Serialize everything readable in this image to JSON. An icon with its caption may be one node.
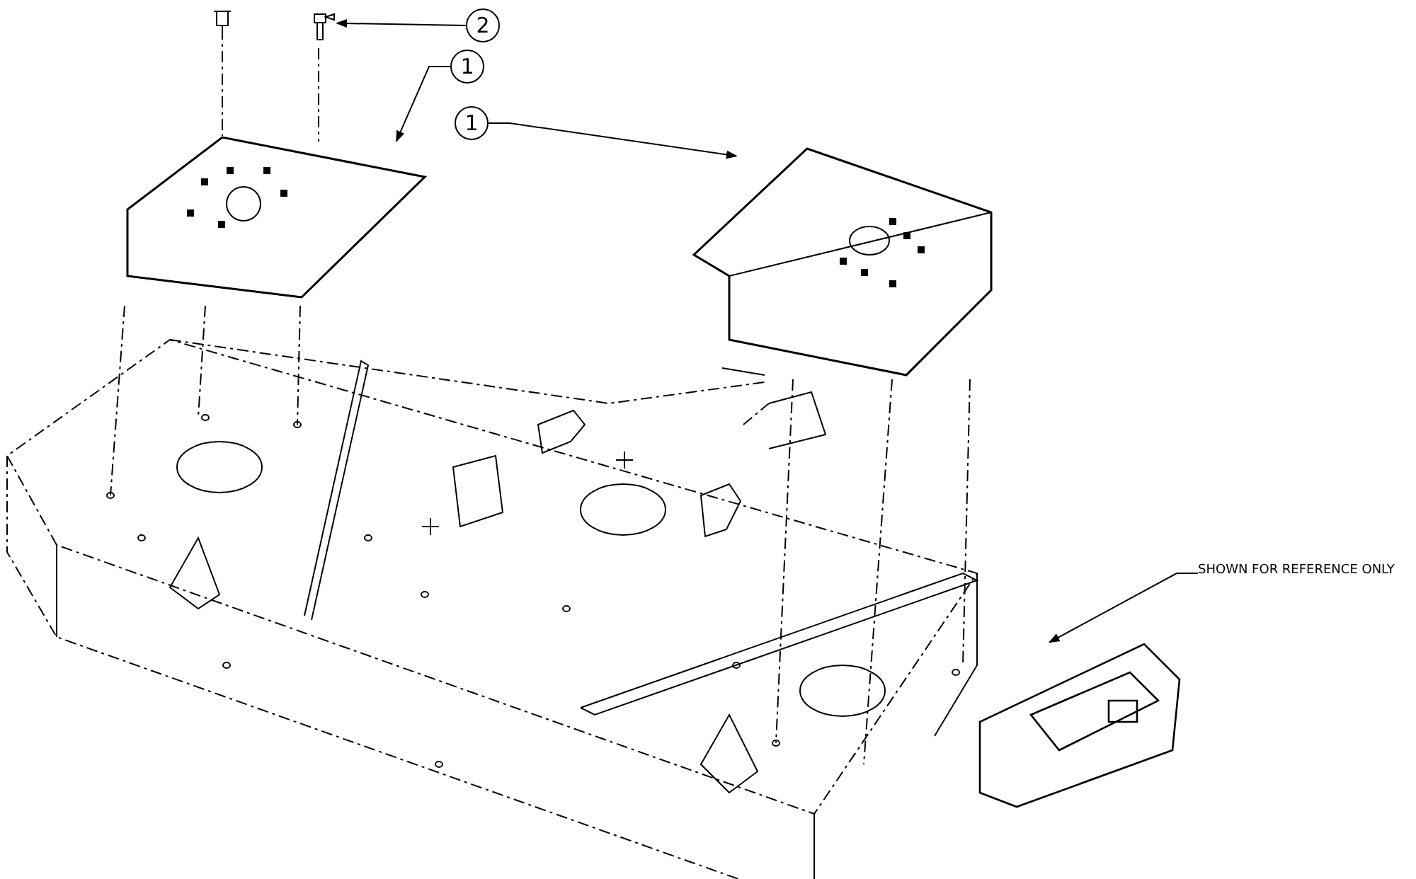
{
  "diagram": {
    "nodes": [
      {
        "text": [
          "2"
        ]
      },
      {
        "text": [],
        "shape": "picture"
      },
      {
        "text": [
          "1"
        ]
      },
      {
        "text": [],
        "shape": "picture"
      },
      {
        "text": [
          "1"
        ]
      },
      {
        "text": [],
        "shape": "picture"
      },
      {
        "text": [
          "SHOWN FOR REFERENCE ONLY"
        ]
      },
      {
        "text": [],
        "shape": "picture"
      }
    ],
    "edges": [
      {
        "from": 0,
        "to": 1,
        "arrow": "to"
      },
      {
        "from": 2,
        "to": 3,
        "arrow": "to"
      },
      {
        "from": 4,
        "to": 5,
        "arrow": "to"
      },
      {
        "from": 6,
        "to": 7,
        "arrow": "to"
      }
    ]
  }
}
